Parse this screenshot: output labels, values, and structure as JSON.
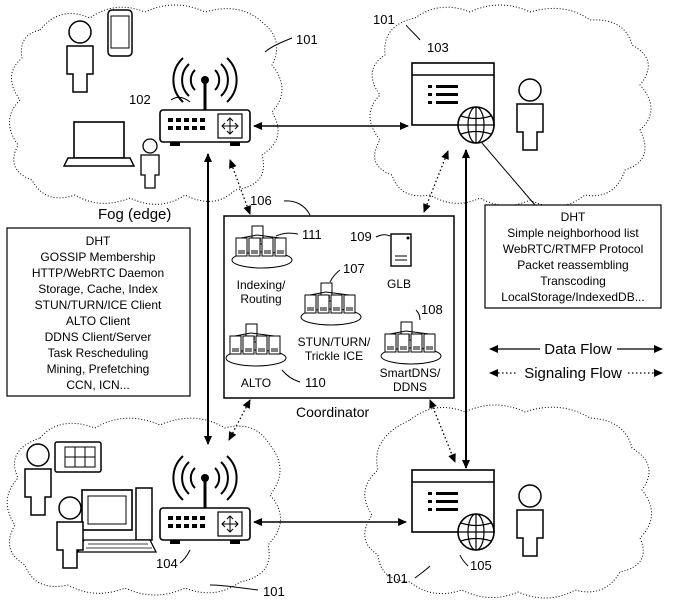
{
  "labels": {
    "fog_edge": "Fog (edge)",
    "coordinator": "Coordinator",
    "data_flow": "Data Flow",
    "signaling_flow": "Signaling Flow"
  },
  "refs": {
    "cloud_top_left": "101",
    "cloud_top_right": "101",
    "cloud_bottom_left": "101",
    "cloud_bottom_right": "101",
    "router_top": "102",
    "browser_top": "103",
    "router_bottom": "104",
    "browser_bottom": "105",
    "coordinator_box": "106",
    "stun": "107",
    "smartdns": "108",
    "glb": "109",
    "alto": "110",
    "indexing": "111"
  },
  "coordinator_items": {
    "indexing_line1": "Indexing/",
    "indexing_line2": "Routing",
    "stun_line1": "STUN/TURN/",
    "stun_line2": "Trickle ICE",
    "glb": "GLB",
    "smartdns_line1": "SmartDNS/",
    "smartdns_line2": "DDNS",
    "alto": "ALTO"
  },
  "left_box_lines": [
    "DHT",
    "GOSSIP Membership",
    "HTTP/WebRTC Daemon",
    "Storage, Cache, Index",
    "STUN/TURN/ICE Client",
    "ALTO Client",
    "DDNS Client/Server",
    "Task Rescheduling",
    "Mining, Prefetching",
    "CCN, ICN..."
  ],
  "right_box_lines": [
    "DHT",
    "Simple neighborhood list",
    "WebRTC/RTMFP Protocol",
    "Packet reassembling",
    "Transcoding",
    "LocalStorage/IndexedDB..."
  ]
}
